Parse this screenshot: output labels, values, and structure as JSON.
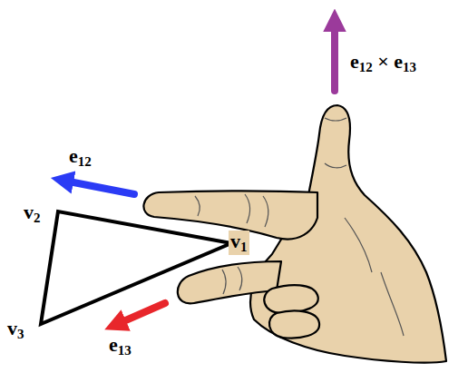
{
  "diagram": {
    "labels": [
      "e12",
      "v2",
      "v1",
      "v3",
      "e13",
      "e12 × e13"
    ]
  }
}
